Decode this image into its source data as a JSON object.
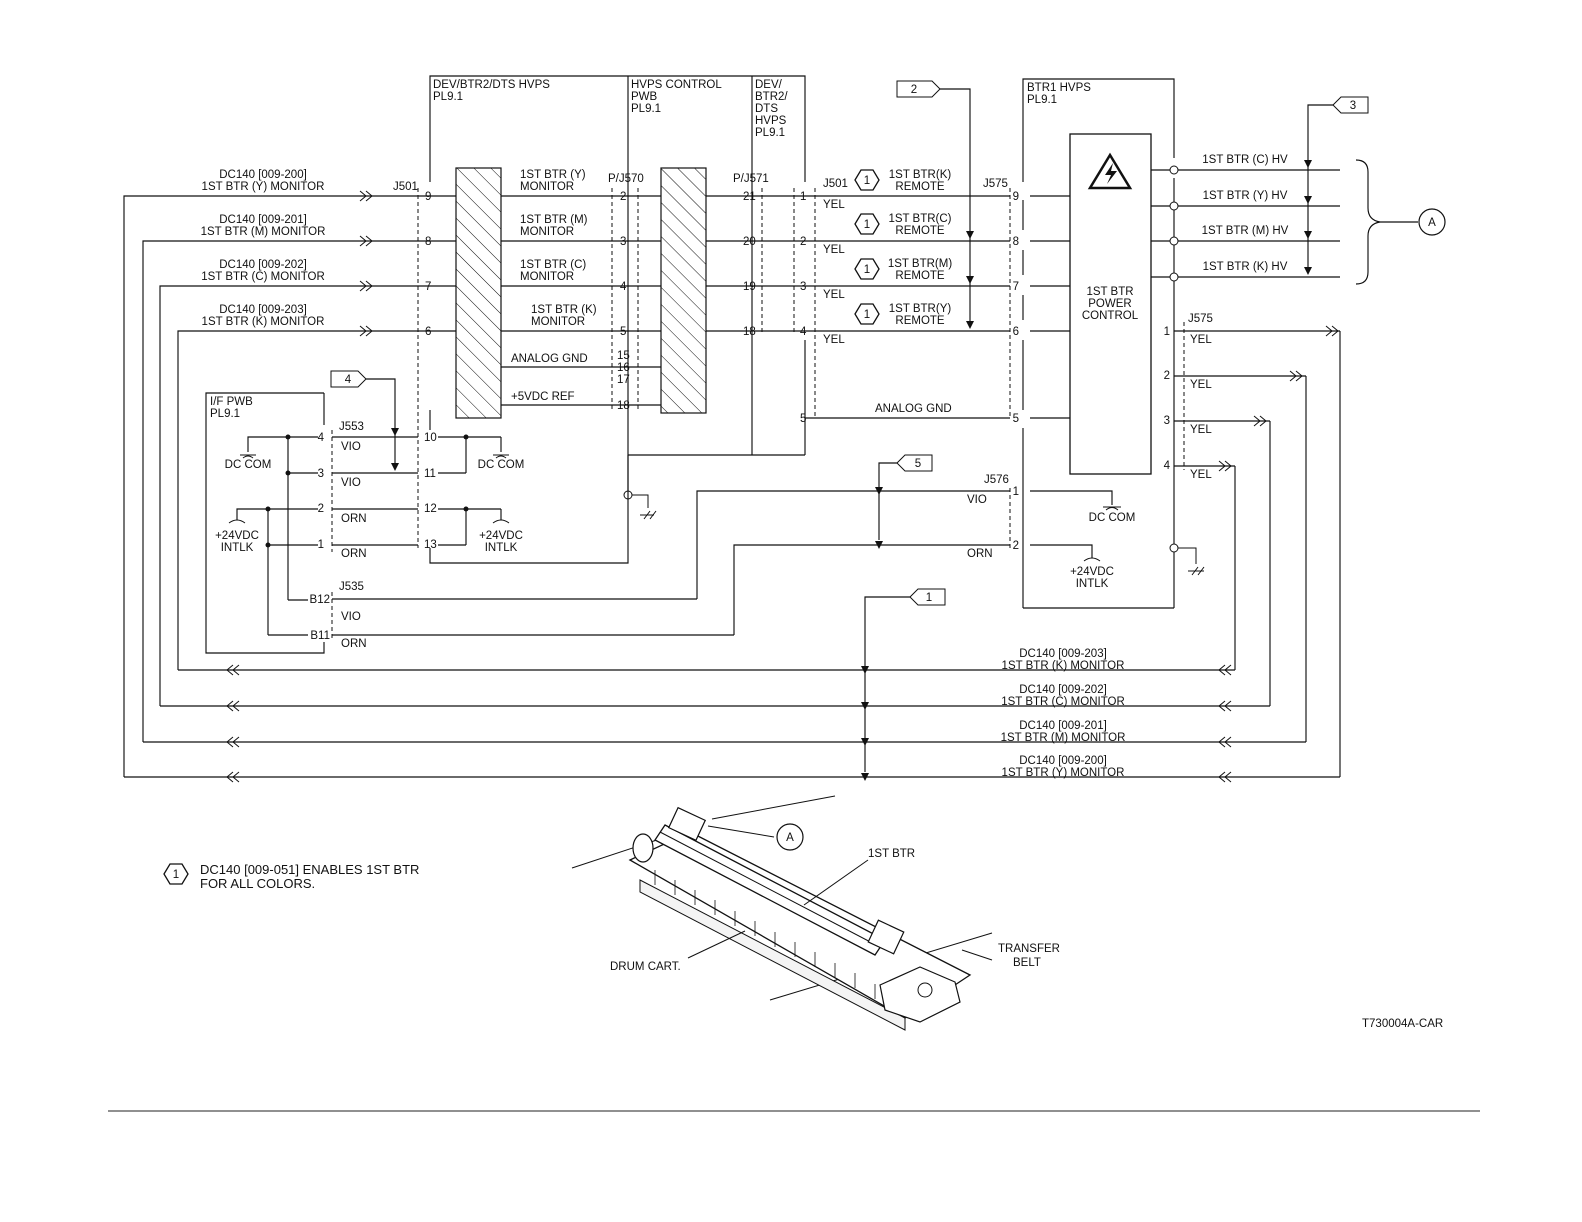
{
  "inputs": {
    "dc140_200": "DC140 [009-200]",
    "dc140_201": "DC140 [009-201]",
    "dc140_202": "DC140 [009-202]",
    "dc140_203": "DC140 [009-203]",
    "mon_y": "1ST BTR (Y) MONITOR",
    "mon_m": "1ST BTR (M) MONITOR",
    "mon_c": "1ST BTR (C) MONITOR",
    "mon_k": "1ST BTR (K) MONITOR"
  },
  "hvps_box": {
    "title": "DEV/BTR2/DTS HVPS",
    "pl": "PL9.1",
    "connector": "J501",
    "pins": [
      "9",
      "8",
      "7",
      "6",
      "10",
      "11",
      "12",
      "13"
    ],
    "signals": [
      "1ST BTR (Y)",
      "MONITOR",
      "1ST BTR (M)",
      "MONITOR",
      "1ST BTR (C)",
      "MONITOR",
      "1ST BTR (K)",
      "MONITOR",
      "ANALOG GND",
      "+5VDC REF"
    ]
  },
  "control_pwb": {
    "title_line1": "HVPS CONTROL",
    "title_line2": "PWB",
    "pl": "PL9.1",
    "connector": "P/J570",
    "pins": [
      "2",
      "3",
      "4",
      "5",
      "15",
      "16",
      "17",
      "18"
    ]
  },
  "dev_hvps_small": {
    "l1": "DEV/",
    "l2": "BTR2/",
    "l3": "DTS",
    "l4": "HVPS",
    "pl": "PL9.1",
    "connector": "P/J571",
    "pins": [
      "21",
      "20",
      "19",
      "18"
    ]
  },
  "j501_remote": {
    "connector": "J501",
    "pins": [
      "1",
      "2",
      "3",
      "4",
      "5"
    ],
    "yel": "YEL",
    "flag": "1",
    "remotes": [
      "1ST BTR(K)",
      "1ST BTR(C)",
      "1ST BTR(M)",
      "1ST BTR(Y)"
    ],
    "remote": "REMOTE",
    "analog_gnd": "ANALOG GND"
  },
  "btr1_hvps": {
    "title": "BTR1 HVPS",
    "pl": "PL9.1",
    "connector_left": "J575",
    "pins_left": [
      "9",
      "8",
      "7",
      "6",
      "5"
    ],
    "power_control": [
      "1ST BTR",
      "POWER",
      "CONTROL"
    ],
    "hv_outputs": [
      "1ST BTR (C) HV",
      "1ST BTR (Y) HV",
      "1ST BTR (M) HV",
      "1ST BTR (K) HV"
    ],
    "connector_right": "J575",
    "pins_right": [
      "1",
      "2",
      "3",
      "4"
    ],
    "yel": "YEL"
  },
  "j576": {
    "connector": "J576",
    "pins": [
      "1",
      "2"
    ],
    "vio": "VIO",
    "orn": "ORN",
    "dc_com": "DC COM",
    "v24_l1": "+24VDC",
    "v24_l2": "INTLK"
  },
  "if_pwb": {
    "title": "I/F PWB",
    "pl": "PL9.1",
    "connector": "J553",
    "pins": [
      "4",
      "3",
      "2",
      "1"
    ],
    "wire_labels": [
      "VIO",
      "VIO",
      "ORN",
      "ORN"
    ],
    "dc_com": "DC COM",
    "v24_l1": "+24VDC",
    "v24_l2": "INTLK",
    "j535": "J535",
    "j535_pins": [
      "B12",
      "B11"
    ],
    "j535_labels": [
      "VIO",
      "ORN"
    ]
  },
  "flags": [
    "2",
    "3",
    "4",
    "5",
    "1"
  ],
  "connector_a": "A",
  "bottom_monitors": [
    {
      "code": "DC140 [009-203]",
      "name": "1ST BTR (K) MONITOR"
    },
    {
      "code": "DC140 [009-202]",
      "name": "1ST BTR (C) MONITOR"
    },
    {
      "code": "DC140 [009-201]",
      "name": "1ST BTR (M) MONITOR"
    },
    {
      "code": "DC140 [009-200]",
      "name": "1ST BTR (Y) MONITOR"
    }
  ],
  "note": {
    "number": "1",
    "line1": "DC140 [009-051] ENABLES 1ST BTR",
    "line2": "FOR ALL COLORS."
  },
  "illustration": {
    "btr": "1ST BTR",
    "drum": "DRUM CART.",
    "transfer_l1": "TRANSFER",
    "transfer_l2": "BELT",
    "a": "A"
  },
  "figure_id": "T730004A-CAR"
}
